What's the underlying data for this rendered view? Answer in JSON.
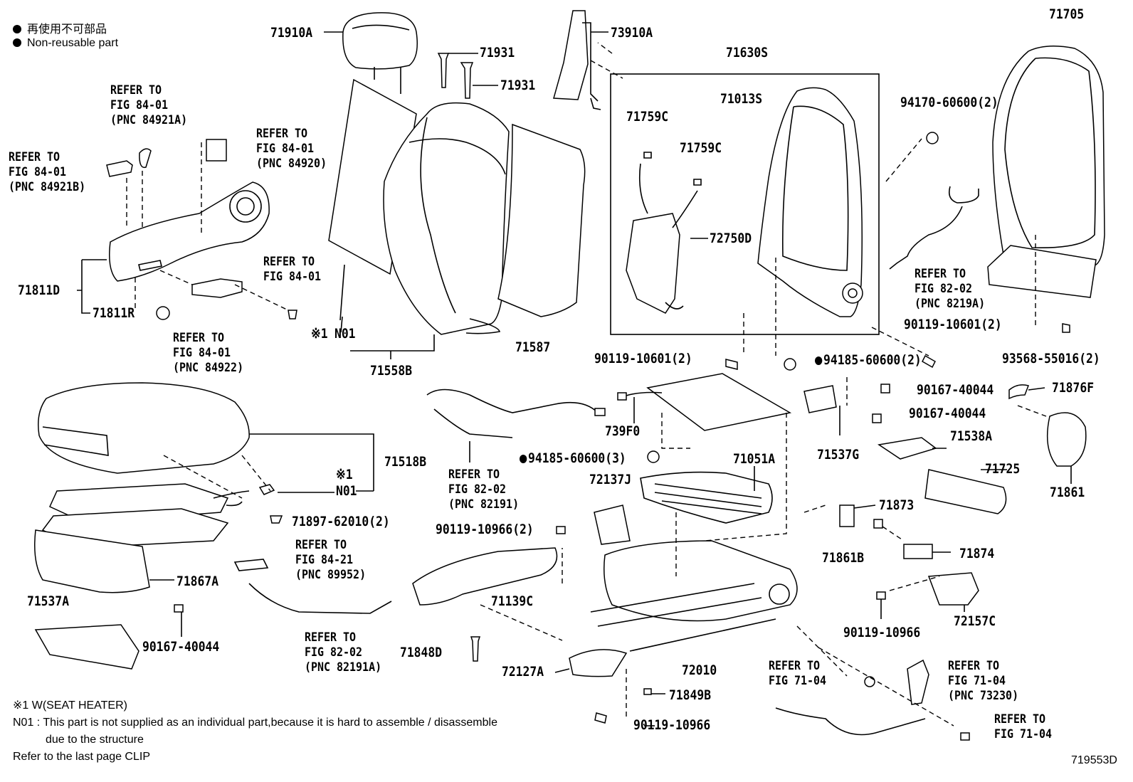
{
  "legend": {
    "jp": "再使用不可部品",
    "en": "Non-reusable part"
  },
  "parts": {
    "p71910A": "71910A",
    "p73910A": "73910A",
    "p71705": "71705",
    "p71931a": "71931",
    "p71931b": "71931",
    "p71630S": "71630S",
    "p71013S": "71013S",
    "p71759C_a": "71759C",
    "p71759C_b": "71759C",
    "p72750D": "72750D",
    "p94170": "94170-60600(2)",
    "p71811D": "71811D",
    "p71811R": "71811R",
    "pN01a": "N01",
    "pX1a": "※1",
    "p71558B": "71558B",
    "p71587": "71587",
    "p90119_10601_a": "90119-10601(2)",
    "p90119_10601_b": "90119-10601(2)",
    "p94185_2": "94185-60600(2)",
    "p93568": "93568-55016(2)",
    "p90167_a": "90167-40044",
    "p90167_b": "90167-40044",
    "p71876F": "71876F",
    "p71518B": "71518B",
    "pX1b": "※1",
    "pN01b": "N01",
    "p71897": "71897-62010(2)",
    "p739F0": "739F0",
    "p94185_3": "94185-60600(3)",
    "p71051A": "71051A",
    "p71537G": "71537G",
    "p71538A": "71538A",
    "p71725": "71725",
    "p71861": "71861",
    "p72137J": "72137J",
    "p71873": "71873",
    "p90119_10966_2": "90119-10966(2)",
    "p71861B": "71861B",
    "p71874": "71874",
    "p71867A": "71867A",
    "p71139C": "71139C",
    "p72157C": "72157C",
    "p71537A": "71537A",
    "p90119_10966_a": "90119-10966",
    "p90167_c": "90167-40044",
    "p71848D": "71848D",
    "p72127A": "72127A",
    "p72010": "72010",
    "p71849B": "71849B",
    "p90119_10966_b": "90119-10966"
  },
  "refs": {
    "r1": "REFER TO\nFIG 84-01\n(PNC 84921A)",
    "r2": "REFER TO\nFIG 84-01\n(PNC 84920)",
    "r3": "REFER TO\nFIG 84-01\n(PNC 84921B)",
    "r4": "REFER TO\nFIG 84-01",
    "r5": "REFER TO\nFIG 84-01\n(PNC 84922)",
    "r6": "REFER TO\nFIG 82-02\n(PNC 8219A)",
    "r7": "REFER TO\nFIG 82-02\n(PNC 82191)",
    "r8": "REFER TO\nFIG 84-21\n(PNC 89952)",
    "r9": "REFER TO\nFIG 82-02\n(PNC 82191A)",
    "r10": "REFER TO\nFIG 71-04",
    "r11": "REFER TO\nFIG 71-04\n(PNC 73230)",
    "r12": "REFER TO\nFIG 71-04"
  },
  "notes": {
    "n1": "※1  W(SEAT HEATER)",
    "n2": "N01 : This part is not supplied as an individual part,because it is hard to assemble / disassemble",
    "n3": "due to the structure",
    "n4": "Refer to the last page CLIP",
    "diagram_id": "719553D"
  }
}
